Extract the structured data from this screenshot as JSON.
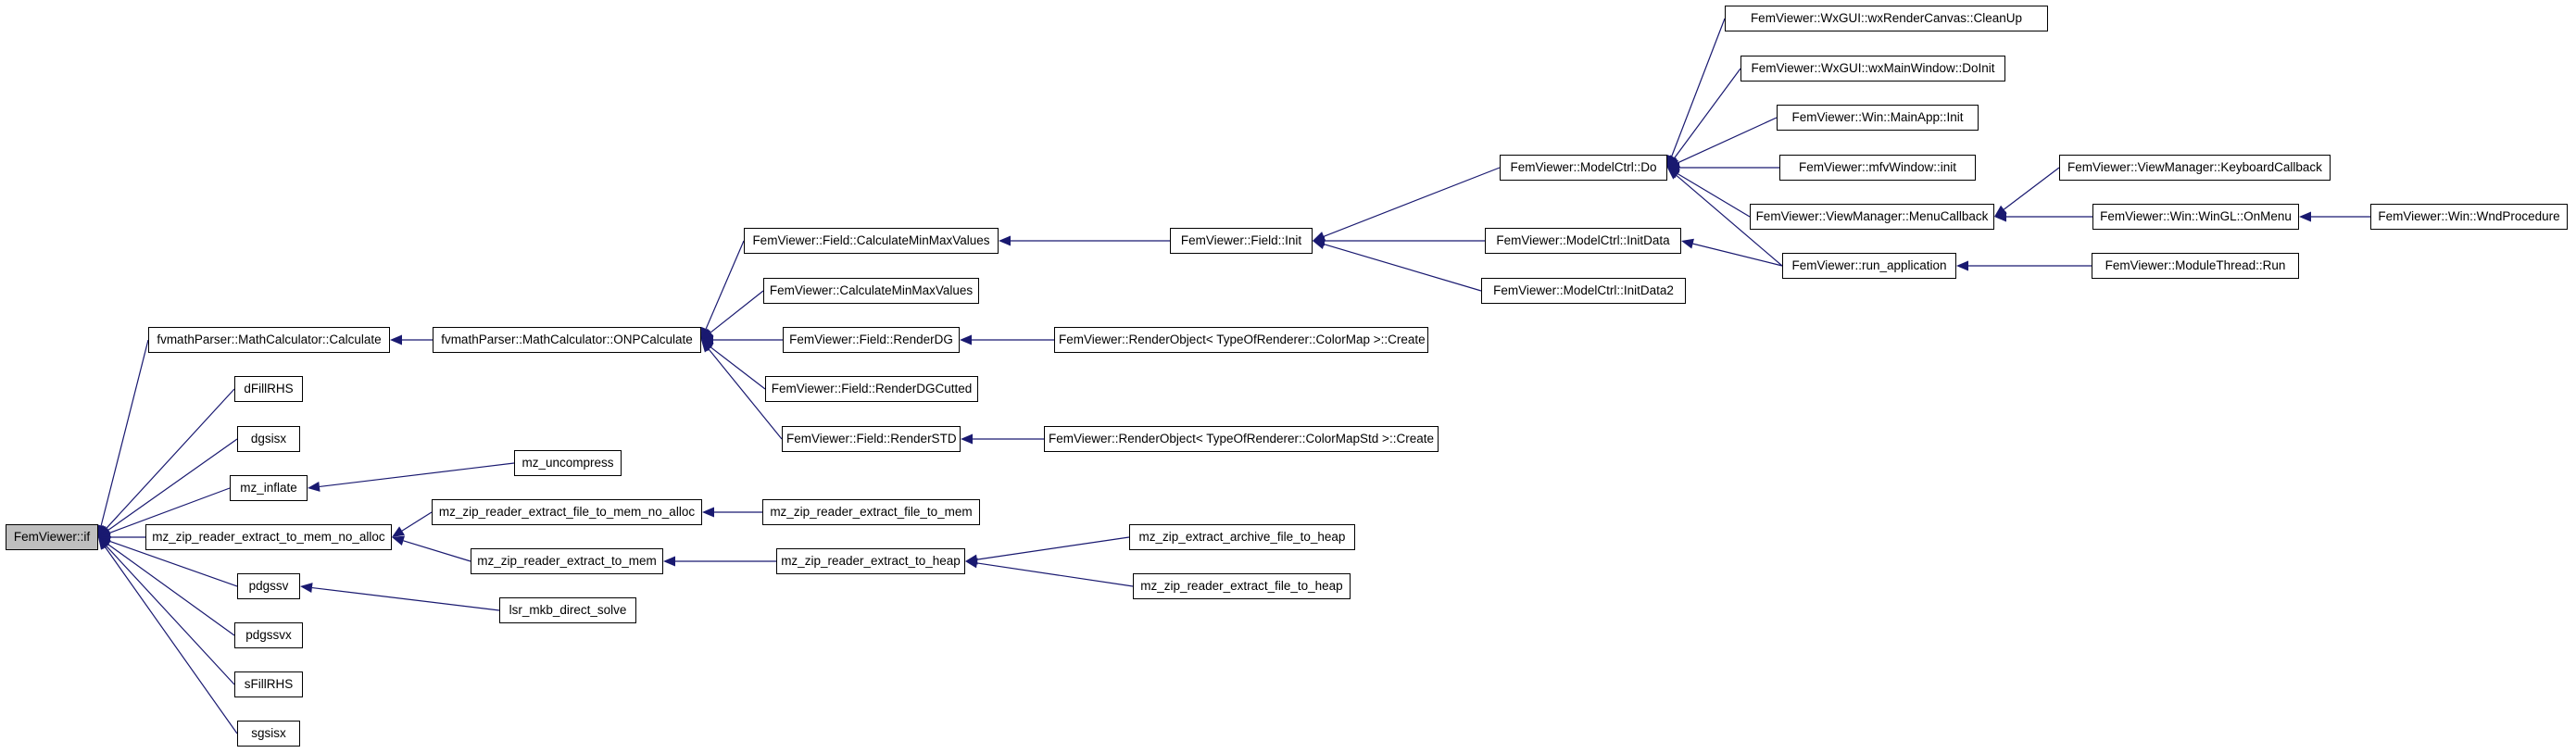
{
  "colors": {
    "edge": "#191970",
    "node_border": "#000000",
    "root_fill": "#bfbfbf",
    "node_fill": "#ffffff"
  },
  "nodes": {
    "root": "FemViewer::if",
    "calc": "fvmathParser::MathCalculator::Calculate",
    "dfill": "dFillRHS",
    "dgsisx": "dgsisx",
    "inflate": "mz_inflate",
    "extmemnoalloc": "mz_zip_reader_extract_to_mem_no_alloc",
    "pdgssv": "pdgssv",
    "pdgssvx": "pdgssvx",
    "sfill": "sFillRHS",
    "sgsisx": "sgsisx",
    "onp": "fvmathParser::MathCalculator::ONPCalculate",
    "uncompress": "mz_uncompress",
    "filetomemnoalloc": "mz_zip_reader_extract_file_to_mem_no_alloc",
    "extmem": "mz_zip_reader_extract_to_mem",
    "lsr": "lsr_mkb_direct_solve",
    "fieldminmax": "FemViewer::Field::CalculateMinMaxValues",
    "minmax": "FemViewer::CalculateMinMaxValues",
    "renderdg": "FemViewer::Field::RenderDG",
    "renderdgcut": "FemViewer::Field::RenderDGCutted",
    "renderstd": "FemViewer::Field::RenderSTD",
    "filetomem": "mz_zip_reader_extract_file_to_mem",
    "extheap": "mz_zip_reader_extract_to_heap",
    "fieldinit": "FemViewer::Field::Init",
    "rocolormap": "FemViewer::RenderObject< TypeOfRenderer::ColorMap >::Create",
    "rocolormapstd": "FemViewer::RenderObject< TypeOfRenderer::ColorMapStd >::Create",
    "archheap": "mz_zip_extract_archive_file_to_heap",
    "fileheap": "mz_zip_reader_extract_file_to_heap",
    "modeldo": "FemViewer::ModelCtrl::Do",
    "initdata": "FemViewer::ModelCtrl::InitData",
    "initdata2": "FemViewer::ModelCtrl::InitData2",
    "cleanup": "FemViewer::WxGUI::wxRenderCanvas::CleanUp",
    "doinit": "FemViewer::WxGUI::wxMainWindow::DoInit",
    "mainapp": "FemViewer::Win::MainApp::Init",
    "mfv": "FemViewer::mfvWindow::init",
    "menucb": "FemViewer::ViewManager::MenuCallback",
    "runapp": "FemViewer::run_application",
    "keycb": "FemViewer::ViewManager::KeyboardCallback",
    "onmenu": "FemViewer::Win::WinGL::OnMenu",
    "modthread": "FemViewer::ModuleThread::Run",
    "wndproc": "FemViewer::Win::WndProcedure"
  },
  "edges": [
    [
      "calc",
      "root"
    ],
    [
      "dfill",
      "root"
    ],
    [
      "dgsisx",
      "root"
    ],
    [
      "inflate",
      "root"
    ],
    [
      "extmemnoalloc",
      "root"
    ],
    [
      "pdgssv",
      "root"
    ],
    [
      "pdgssvx",
      "root"
    ],
    [
      "sfill",
      "root"
    ],
    [
      "sgsisx",
      "root"
    ],
    [
      "onp",
      "calc"
    ],
    [
      "uncompress",
      "inflate"
    ],
    [
      "filetomemnoalloc",
      "extmemnoalloc"
    ],
    [
      "extmem",
      "extmemnoalloc"
    ],
    [
      "lsr",
      "pdgssv"
    ],
    [
      "fieldminmax",
      "onp"
    ],
    [
      "minmax",
      "onp"
    ],
    [
      "renderdg",
      "onp"
    ],
    [
      "renderdgcut",
      "onp"
    ],
    [
      "renderstd",
      "onp"
    ],
    [
      "filetomem",
      "filetomemnoalloc"
    ],
    [
      "extheap",
      "extmem"
    ],
    [
      "fieldinit",
      "fieldminmax"
    ],
    [
      "rocolormap",
      "renderdg"
    ],
    [
      "rocolormapstd",
      "renderstd"
    ],
    [
      "archheap",
      "extheap"
    ],
    [
      "fileheap",
      "extheap"
    ],
    [
      "modeldo",
      "fieldinit"
    ],
    [
      "initdata",
      "fieldinit"
    ],
    [
      "initdata2",
      "fieldinit"
    ],
    [
      "cleanup",
      "modeldo"
    ],
    [
      "doinit",
      "modeldo"
    ],
    [
      "mainapp",
      "modeldo"
    ],
    [
      "mfv",
      "modeldo"
    ],
    [
      "menucb",
      "modeldo"
    ],
    [
      "runapp",
      "modeldo"
    ],
    [
      "runapp",
      "initdata"
    ],
    [
      "keycb",
      "menucb"
    ],
    [
      "onmenu",
      "menucb"
    ],
    [
      "modthread",
      "runapp"
    ],
    [
      "wndproc",
      "onmenu"
    ]
  ]
}
